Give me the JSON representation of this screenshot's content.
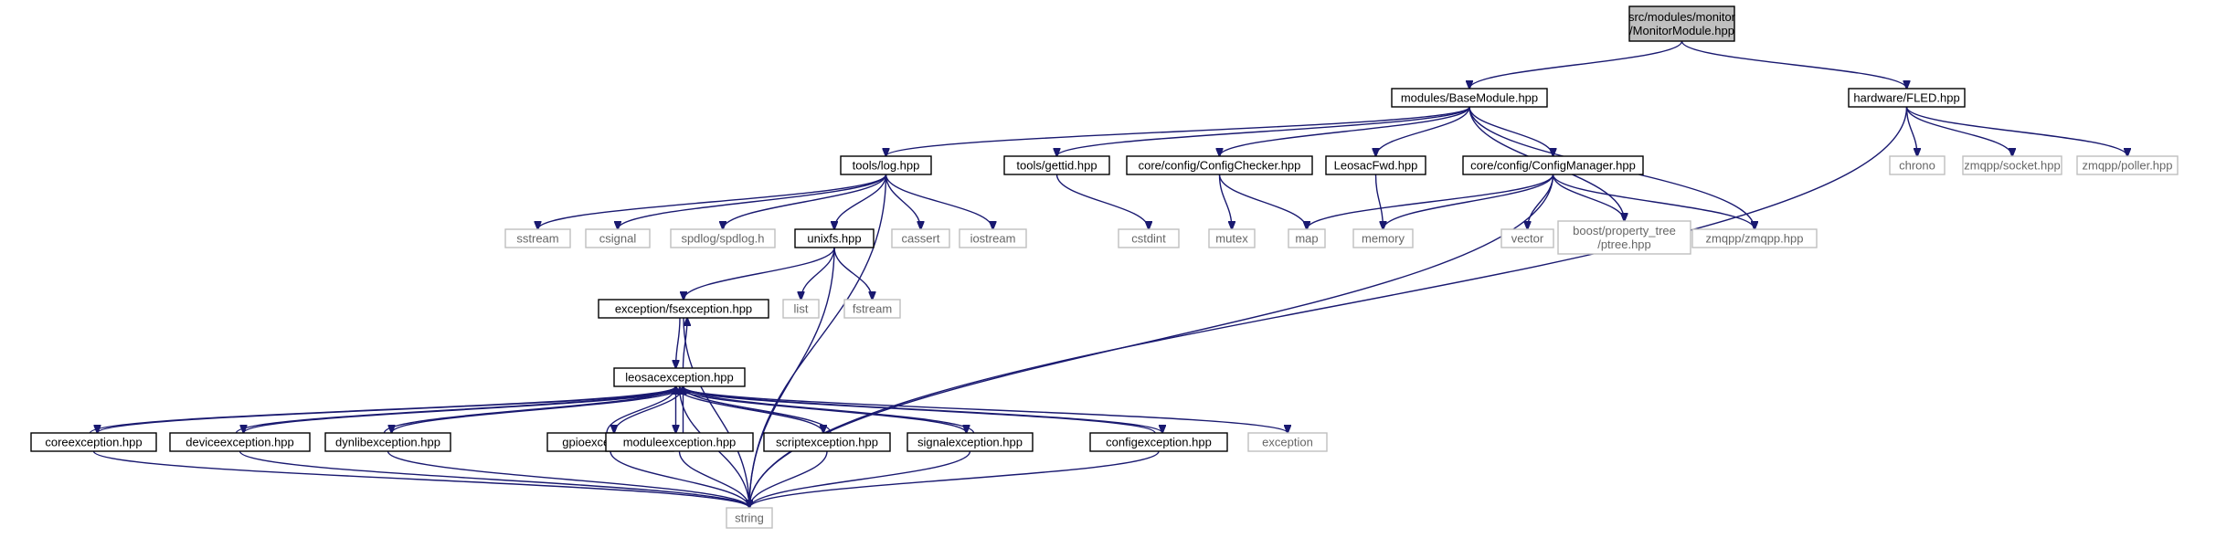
{
  "title": "",
  "colors": {
    "edge": "#191970",
    "root_fill": "#bfbfbf",
    "system_border": "#bfbfbf",
    "system_text": "#666666",
    "local_border": "#000000"
  },
  "nodes": [
    {
      "id": "root",
      "kind": "root",
      "lines": [
        "src/modules/monitor",
        "/MonitorModule.hpp"
      ]
    },
    {
      "id": "basemodule",
      "kind": "local",
      "lines": [
        "modules/BaseModule.hpp"
      ]
    },
    {
      "id": "fled",
      "kind": "local",
      "lines": [
        "hardware/FLED.hpp"
      ]
    },
    {
      "id": "log",
      "kind": "local",
      "lines": [
        "tools/log.hpp"
      ]
    },
    {
      "id": "gettid",
      "kind": "local",
      "lines": [
        "tools/gettid.hpp"
      ]
    },
    {
      "id": "configchecker",
      "kind": "local",
      "lines": [
        "core/config/ConfigChecker.hpp"
      ]
    },
    {
      "id": "leosacfwd",
      "kind": "local",
      "lines": [
        "LeosacFwd.hpp"
      ]
    },
    {
      "id": "configmanager",
      "kind": "local",
      "lines": [
        "core/config/ConfigManager.hpp"
      ]
    },
    {
      "id": "chrono",
      "kind": "system",
      "lines": [
        "chrono"
      ]
    },
    {
      "id": "zmqsocket",
      "kind": "system",
      "lines": [
        "zmqpp/socket.hpp"
      ]
    },
    {
      "id": "zmqpoller",
      "kind": "system",
      "lines": [
        "zmqpp/poller.hpp"
      ]
    },
    {
      "id": "sstream",
      "kind": "system",
      "lines": [
        "sstream"
      ]
    },
    {
      "id": "csignal",
      "kind": "system",
      "lines": [
        "csignal"
      ]
    },
    {
      "id": "spdlog",
      "kind": "system",
      "lines": [
        "spdlog/spdlog.h"
      ]
    },
    {
      "id": "unixfs",
      "kind": "local",
      "lines": [
        "unixfs.hpp"
      ]
    },
    {
      "id": "cassert",
      "kind": "system",
      "lines": [
        "cassert"
      ]
    },
    {
      "id": "iostream",
      "kind": "system",
      "lines": [
        "iostream"
      ]
    },
    {
      "id": "cstdint",
      "kind": "system",
      "lines": [
        "cstdint"
      ]
    },
    {
      "id": "mutex",
      "kind": "system",
      "lines": [
        "mutex"
      ]
    },
    {
      "id": "map",
      "kind": "system",
      "lines": [
        "map"
      ]
    },
    {
      "id": "memory",
      "kind": "system",
      "lines": [
        "memory"
      ]
    },
    {
      "id": "vector",
      "kind": "system",
      "lines": [
        "vector"
      ]
    },
    {
      "id": "ptree",
      "kind": "system",
      "lines": [
        "boost/property_tree",
        "/ptree.hpp"
      ]
    },
    {
      "id": "zmqpp",
      "kind": "system",
      "lines": [
        "zmqpp/zmqpp.hpp"
      ]
    },
    {
      "id": "list",
      "kind": "system",
      "lines": [
        "list"
      ]
    },
    {
      "id": "fstream",
      "kind": "system",
      "lines": [
        "fstream"
      ]
    },
    {
      "id": "fsexception",
      "kind": "local",
      "lines": [
        "exception/fsexception.hpp"
      ]
    },
    {
      "id": "leosacexception",
      "kind": "local",
      "lines": [
        "leosacexception.hpp"
      ]
    },
    {
      "id": "coreexception",
      "kind": "local",
      "lines": [
        "coreexception.hpp"
      ]
    },
    {
      "id": "deviceexception",
      "kind": "local",
      "lines": [
        "deviceexception.hpp"
      ]
    },
    {
      "id": "dynlibexception",
      "kind": "local",
      "lines": [
        "dynlibexception.hpp"
      ]
    },
    {
      "id": "gpioexception",
      "kind": "local",
      "lines": [
        "gpioexception.hpp"
      ]
    },
    {
      "id": "moduleexception",
      "kind": "local",
      "lines": [
        "moduleexception.hpp"
      ]
    },
    {
      "id": "scriptexception",
      "kind": "local",
      "lines": [
        "scriptexception.hpp"
      ]
    },
    {
      "id": "signalexception",
      "kind": "local",
      "lines": [
        "signalexception.hpp"
      ]
    },
    {
      "id": "configexception",
      "kind": "local",
      "lines": [
        "configexception.hpp"
      ]
    },
    {
      "id": "exception",
      "kind": "system",
      "lines": [
        "exception"
      ]
    },
    {
      "id": "string",
      "kind": "system",
      "lines": [
        "string"
      ]
    }
  ],
  "edges": [
    [
      "root",
      "basemodule"
    ],
    [
      "root",
      "fled"
    ],
    [
      "basemodule",
      "log"
    ],
    [
      "basemodule",
      "gettid"
    ],
    [
      "basemodule",
      "configchecker"
    ],
    [
      "basemodule",
      "leosacfwd"
    ],
    [
      "basemodule",
      "configmanager"
    ],
    [
      "basemodule",
      "zmqpp"
    ],
    [
      "basemodule",
      "ptree"
    ],
    [
      "fled",
      "chrono"
    ],
    [
      "fled",
      "zmqsocket"
    ],
    [
      "fled",
      "zmqpoller"
    ],
    [
      "fled",
      "string"
    ],
    [
      "log",
      "sstream"
    ],
    [
      "log",
      "csignal"
    ],
    [
      "log",
      "spdlog"
    ],
    [
      "log",
      "unixfs"
    ],
    [
      "log",
      "cassert"
    ],
    [
      "log",
      "iostream"
    ],
    [
      "log",
      "string"
    ],
    [
      "gettid",
      "cstdint"
    ],
    [
      "configchecker",
      "mutex"
    ],
    [
      "configchecker",
      "map"
    ],
    [
      "leosacfwd",
      "memory"
    ],
    [
      "configmanager",
      "map"
    ],
    [
      "configmanager",
      "memory"
    ],
    [
      "configmanager",
      "vector"
    ],
    [
      "configmanager",
      "ptree"
    ],
    [
      "configmanager",
      "zmqpp"
    ],
    [
      "configmanager",
      "string"
    ],
    [
      "unixfs",
      "list"
    ],
    [
      "unixfs",
      "fstream"
    ],
    [
      "unixfs",
      "fsexception"
    ],
    [
      "unixfs",
      "string"
    ],
    [
      "fsexception",
      "leosacexception"
    ],
    [
      "fsexception",
      "string"
    ],
    [
      "leosacexception",
      "fsexception"
    ],
    [
      "leosacexception",
      "coreexception"
    ],
    [
      "leosacexception",
      "deviceexception"
    ],
    [
      "leosacexception",
      "dynlibexception"
    ],
    [
      "leosacexception",
      "gpioexception"
    ],
    [
      "leosacexception",
      "moduleexception"
    ],
    [
      "leosacexception",
      "scriptexception"
    ],
    [
      "leosacexception",
      "signalexception"
    ],
    [
      "leosacexception",
      "configexception"
    ],
    [
      "leosacexception",
      "exception"
    ],
    [
      "leosacexception",
      "string"
    ],
    [
      "coreexception",
      "leosacexception"
    ],
    [
      "coreexception",
      "string"
    ],
    [
      "deviceexception",
      "leosacexception"
    ],
    [
      "deviceexception",
      "string"
    ],
    [
      "dynlibexception",
      "leosacexception"
    ],
    [
      "dynlibexception",
      "string"
    ],
    [
      "gpioexception",
      "leosacexception"
    ],
    [
      "gpioexception",
      "string"
    ],
    [
      "moduleexception",
      "leosacexception"
    ],
    [
      "moduleexception",
      "string"
    ],
    [
      "scriptexception",
      "leosacexception"
    ],
    [
      "scriptexception",
      "string"
    ],
    [
      "signalexception",
      "leosacexception"
    ],
    [
      "signalexception",
      "string"
    ],
    [
      "configexception",
      "leosacexception"
    ],
    [
      "configexception",
      "string"
    ]
  ]
}
